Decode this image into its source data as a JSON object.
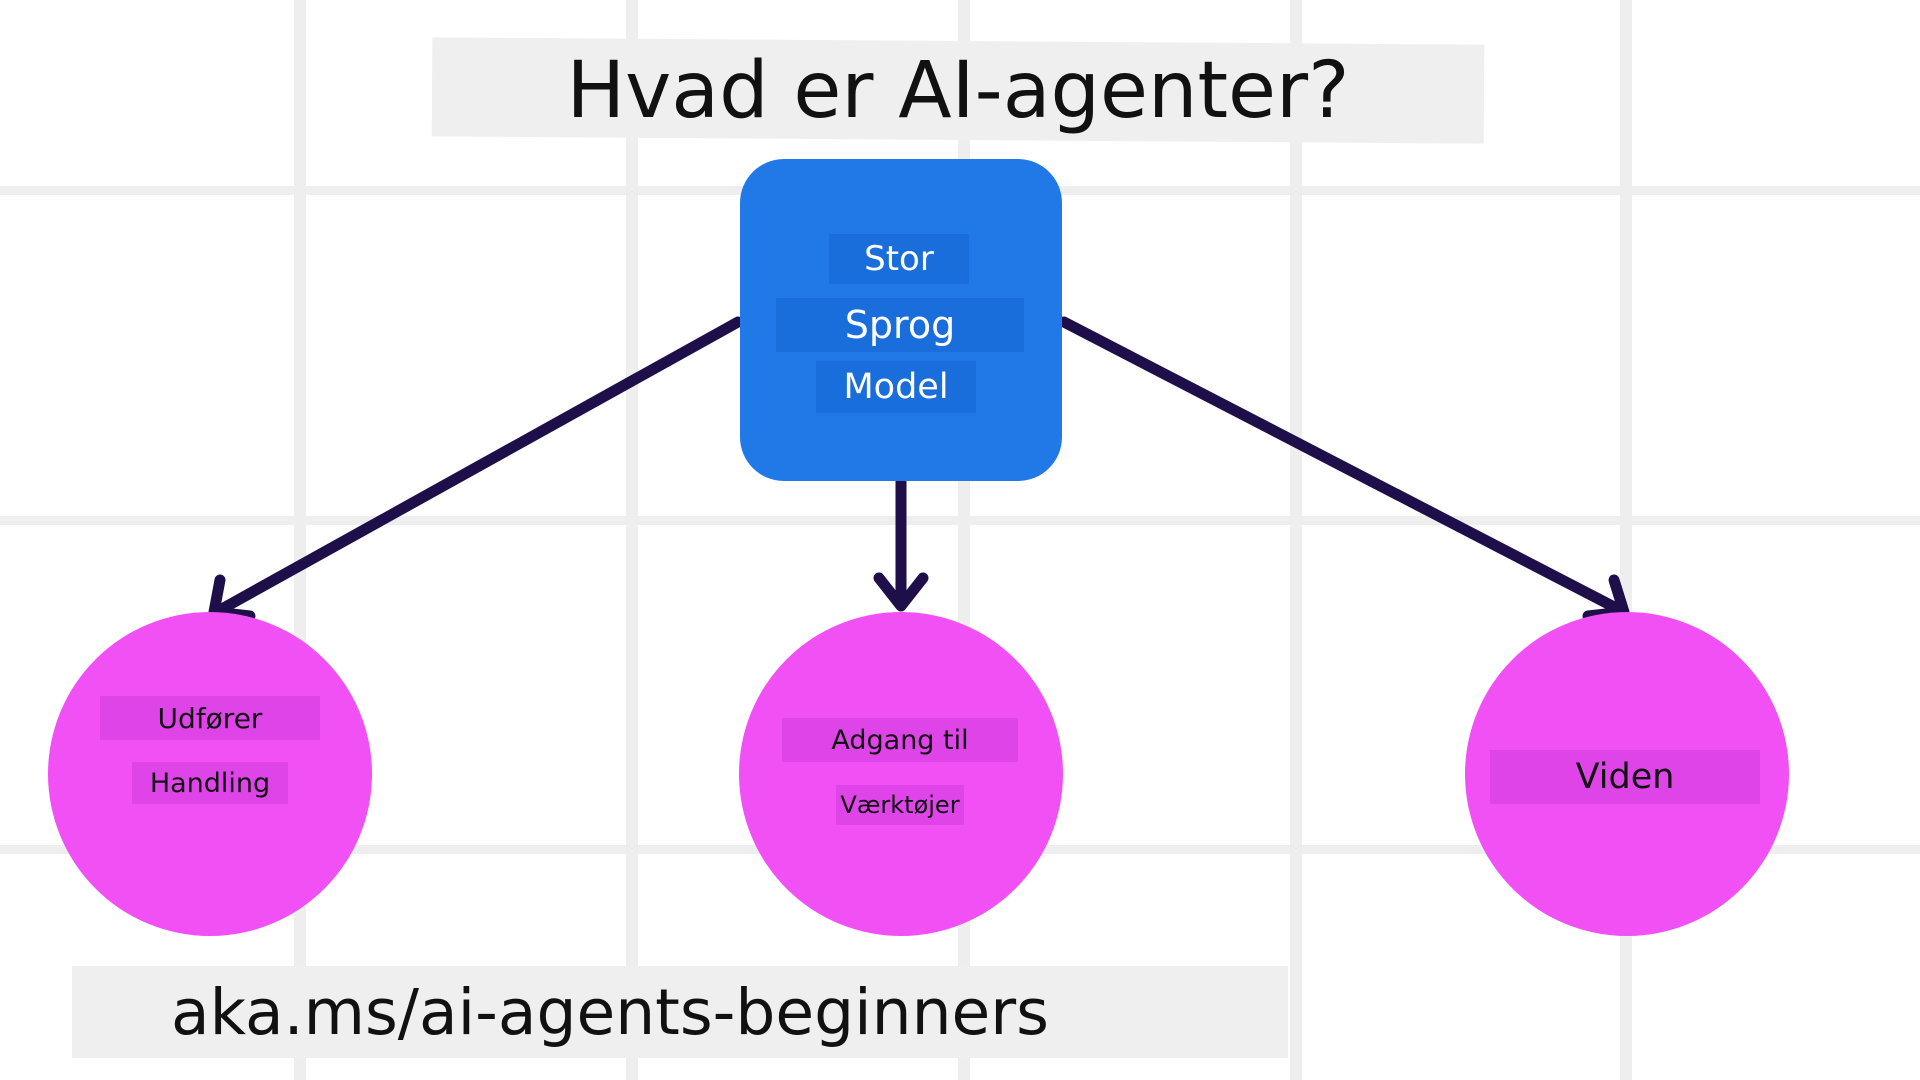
{
  "title": "Hvad er AI-agenter?",
  "llm": {
    "line1": "Stor",
    "line2": "Sprog",
    "line3": "Model"
  },
  "nodes": {
    "action": {
      "line1": "Udfører",
      "line2": "Handling"
    },
    "tools": {
      "line1": "Adgang til",
      "line2": "Værktøjer"
    },
    "knowledge": {
      "label": "Viden"
    }
  },
  "url": "aka.ms/ai-agents-beginners",
  "colors": {
    "llm_box": "#2079e6",
    "circle": "#f050f4",
    "arrow": "#1e0f4a",
    "banner": "#efefef"
  }
}
